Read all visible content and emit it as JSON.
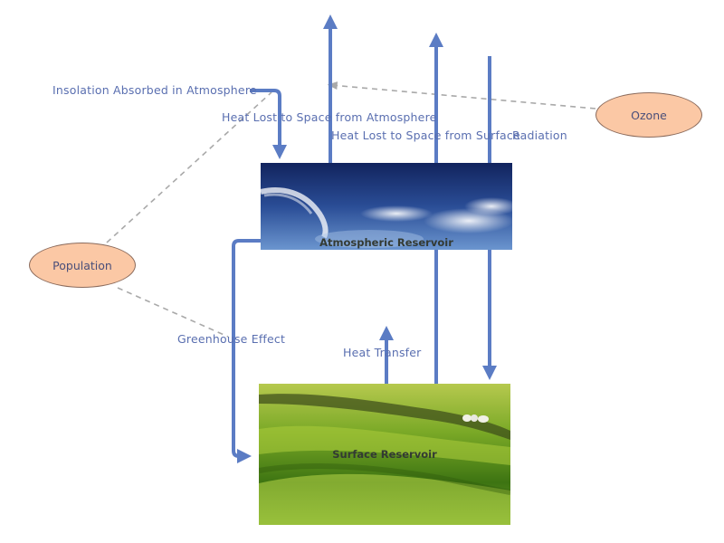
{
  "nodes": {
    "atmosphere": {
      "label": "Atmospheric Reservoir"
    },
    "surface": {
      "label": "Surface Reservoir"
    },
    "population": {
      "label": "Population"
    },
    "ozone": {
      "label": "Ozone"
    }
  },
  "flows": {
    "insolation_atmosphere": "Insolation Absorbed in Atmosphere",
    "heat_lost_atmosphere": "Heat Lost to Space from Atmosphere",
    "heat_lost_surface": "Heat Lost to Space from Surface",
    "radiation": "Radiation",
    "greenhouse": "Greenhouse Effect",
    "heat_transfer": "Heat Transfer"
  },
  "colors": {
    "flow": "#5b7cc4",
    "link": "#a9a9a9",
    "oval_fill": "#fbc8a5",
    "oval_border": "#8b6b5c",
    "label_text": "#5a6fb0"
  }
}
